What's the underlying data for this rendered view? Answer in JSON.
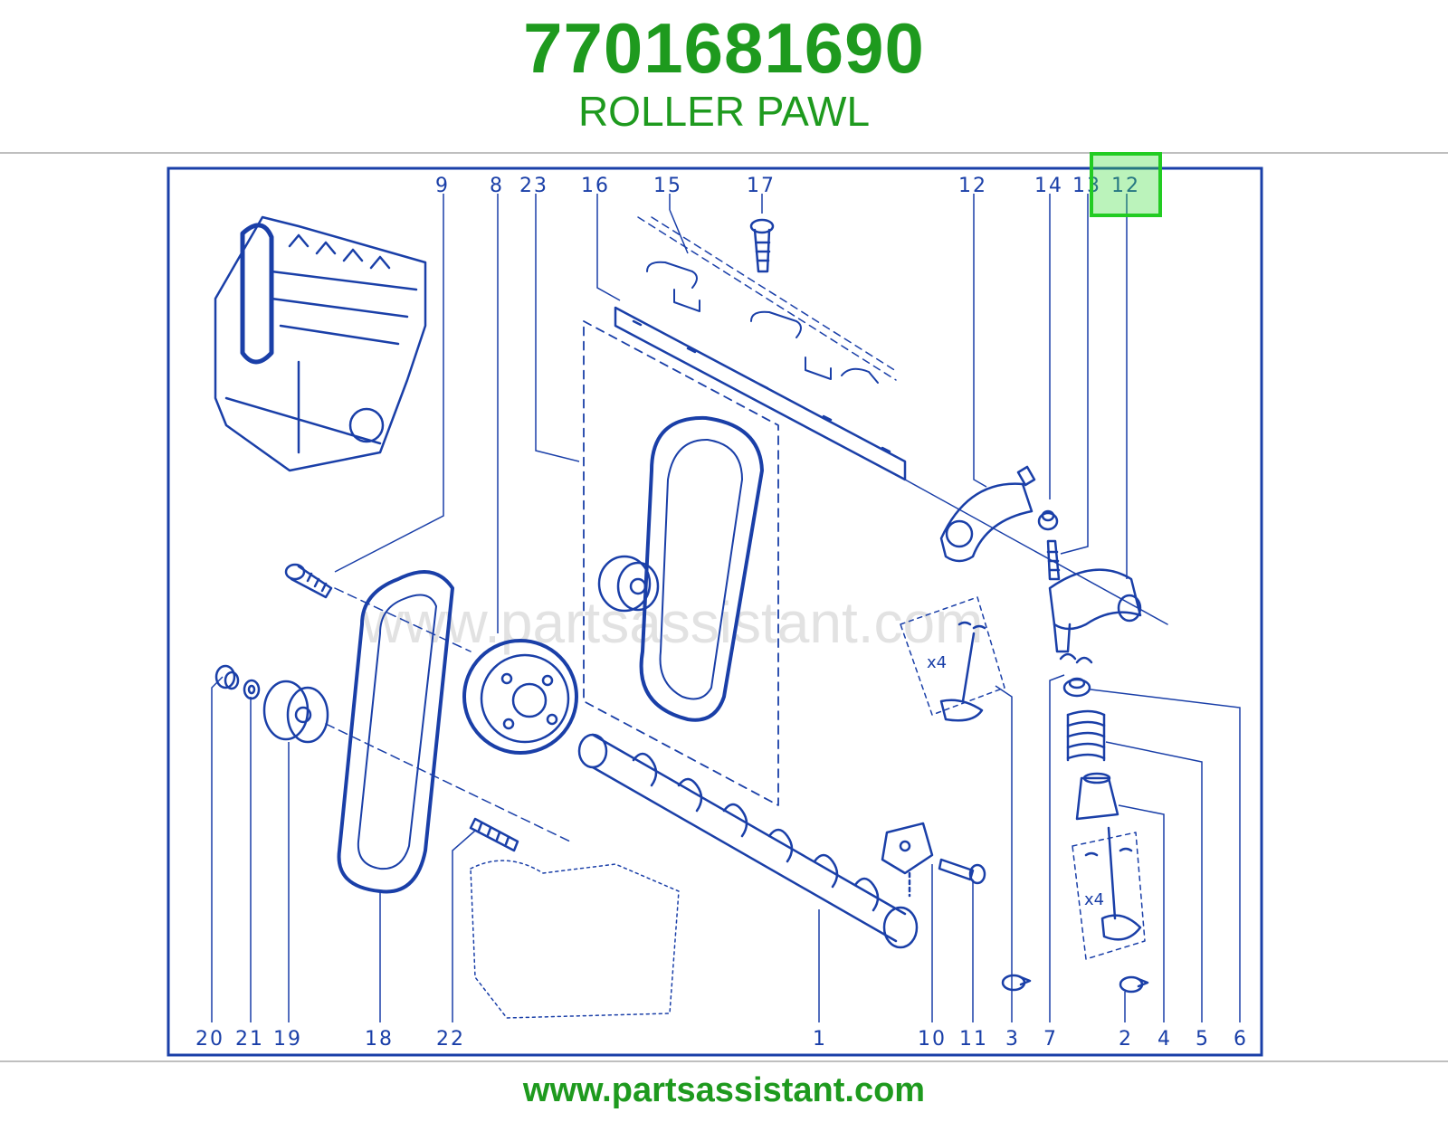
{
  "header": {
    "part_number": "7701681690",
    "part_name": "ROLLER PAWL"
  },
  "footer": {
    "url": "www.partsassistant.com"
  },
  "diagram": {
    "watermark": "www.partsassistant.com",
    "multiplier_label": "x4",
    "top_callouts": [
      "9",
      "8",
      "23",
      "16",
      "15",
      "17",
      "12",
      "14",
      "13",
      "12"
    ],
    "bottom_callouts": [
      "20",
      "21",
      "19",
      "18",
      "22",
      "1",
      "10",
      "11",
      "3",
      "7",
      "2",
      "4",
      "5",
      "6"
    ],
    "highlighted_callout": "12",
    "line_color": "#1a3fa8",
    "highlight_color": "#22cc22"
  }
}
